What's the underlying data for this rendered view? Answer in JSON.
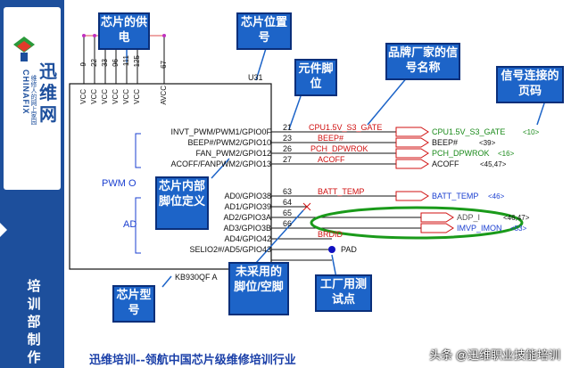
{
  "brand": {
    "name": "迅维网",
    "english": "CHINAFIX",
    "slogan": "维修人的网上家园",
    "side_label": "培训部制作"
  },
  "chip": {
    "ref": "U31",
    "model_label": "KB930QF A",
    "group_pwm": "PWM O",
    "group_ad": "AD",
    "pad": "PAD",
    "top_pins": [
      "9",
      "22",
      "33",
      "96",
      "111",
      "125",
      "67"
    ],
    "vcc_labels": [
      "VCC",
      "VCC",
      "VCC",
      "VCC",
      "VCC",
      "VCC",
      "AVCC"
    ],
    "pins": [
      {
        "name": "INVT_PWM/PWM1/GPIO0F",
        "num": "21",
        "net": "CPU1.5V_S3_GATE",
        "out": "CPU1.5V_S3_GATE",
        "page": "<10>"
      },
      {
        "name": "BEEP#/PWM2/GPIO10",
        "num": "23",
        "net": "BEEP#",
        "out": "BEEP#",
        "page": "<39>"
      },
      {
        "name": "FAN_PWM2/GPIO12",
        "num": "26",
        "net": "PCH_DPWROK",
        "out": "PCH_DPWROK",
        "page": "<16>"
      },
      {
        "name": "ACOFF/FANPWM2/GPIO13",
        "num": "27",
        "net": "ACOFF",
        "out": "ACOFF",
        "page": "<45,47>"
      },
      {
        "name": "AD0/GPIO38",
        "num": "63",
        "net": "BATT_TEMP",
        "out": "BATT_TEMP",
        "page": "<46>"
      },
      {
        "name": "AD1/GPIO39",
        "num": "64",
        "net": "",
        "out": "",
        "page": ""
      },
      {
        "name": "AD2/GPIO3A",
        "num": "65",
        "net": "",
        "out": "ADP_I",
        "page": "<46,47>"
      },
      {
        "name": "AD3/GPIO3B",
        "num": "66",
        "net": "",
        "out": "IMVP_IMON",
        "page": "<53>"
      },
      {
        "name": "AD4/GPIO42",
        "num": "",
        "net": "BRDID",
        "out": "",
        "page": ""
      },
      {
        "name": "SELIO2#/AD5/GPIO43",
        "num": "",
        "net": "",
        "out": "",
        "page": ""
      }
    ]
  },
  "callouts": {
    "supply": "芯片的供电",
    "ref_no": "芯片位置号",
    "pin_pos": "元件脚位",
    "vendor_sig": "品牌厂家的信号名称",
    "page_no": "信号连接的页码",
    "internal": "芯片内部脚位定义",
    "unused": "未采用的脚位/空脚",
    "factory_test": "工厂用测试点",
    "model": "芯片型号"
  },
  "footer": "迅维培训--领航中国芯片级维修培训行业",
  "watermark": "头条 @迅维职业技能培训",
  "colors": {
    "callout_bg": "#1d64c8",
    "sidebar": "#1d4f9c",
    "net_red": "#d01010",
    "green": "#1a8a1a",
    "highlight_ellipse": "#1a9a1a",
    "dot": "#1010c0"
  }
}
